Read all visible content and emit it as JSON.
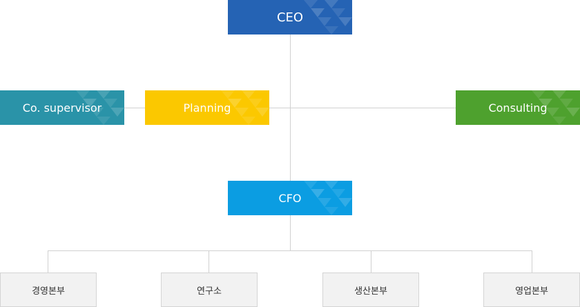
{
  "chart": {
    "ceo": {
      "label": "CEO",
      "color": "#2563b4"
    },
    "supervisor": {
      "label": "Co. supervisor",
      "color": "#2a93a8"
    },
    "planning": {
      "label": "Planning",
      "color": "#fbc800"
    },
    "consulting": {
      "label": "Consulting",
      "color": "#4ea12e"
    },
    "cfo": {
      "label": "CFO",
      "color": "#0b9de2"
    }
  },
  "departments": [
    "경영본부",
    "연구소",
    "생산본부",
    "영업본부"
  ]
}
